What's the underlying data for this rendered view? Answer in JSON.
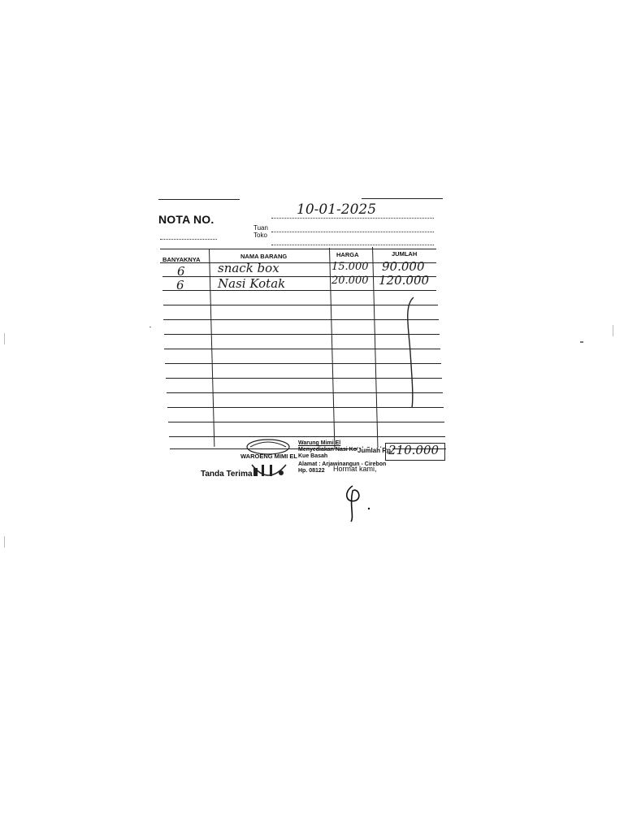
{
  "receipt": {
    "title": "NOTA NO.",
    "date": "10-01-2025",
    "tuan_label": "Tuan",
    "toko_label": "Toko",
    "columns": [
      "BANYAKNYA",
      "NAMA BARANG",
      "HARGA",
      "JUMLAH"
    ],
    "items": [
      {
        "qty": "6",
        "name": "snack box",
        "price": "15.000",
        "total": "90.000"
      },
      {
        "qty": "6",
        "name": "Nasi Kotak",
        "price": "20.000",
        "total": "120.000"
      }
    ],
    "grand_total_label": "Jumlah Rp.",
    "grand_total": "210.000",
    "received_label": "Tanda Terima",
    "regards_label": "Hormat kami,",
    "stamp_name": "WAROENG MIMI EL"
  },
  "shop": {
    "name": "Warung Mimi El",
    "tagline": "Menyediakan Nasi Kotak Snack, Kue Basah",
    "address": "Alamat : Arjawinangun - Cirebon",
    "phone": "Hp. 08122"
  }
}
